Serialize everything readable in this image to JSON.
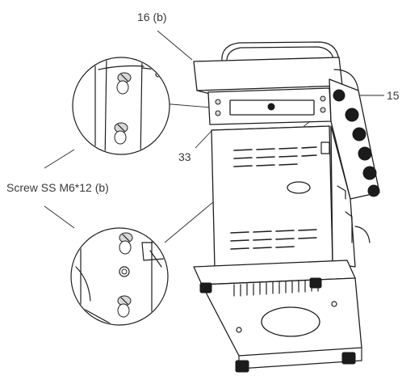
{
  "callouts": {
    "part_16b": "16 (b)",
    "part_15": "15",
    "part_33": "33",
    "screw_label": "Screw SS M6*12 (b)"
  }
}
